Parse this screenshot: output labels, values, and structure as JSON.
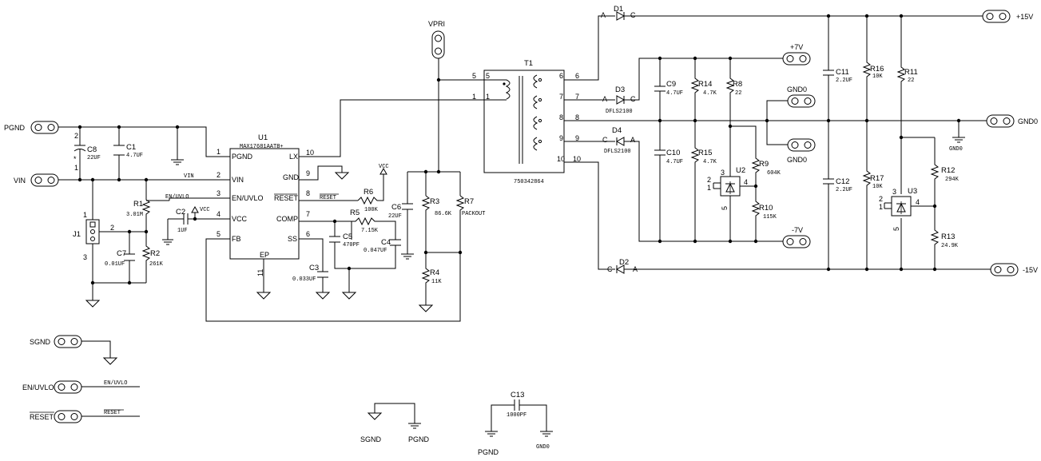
{
  "connectors": {
    "pgnd": "PGND",
    "vin": "VIN",
    "vpri": "VPRI",
    "plus15v": "+15V",
    "plus7v": "+7V",
    "gnd0_a": "GND0",
    "gnd0_b": "GND0",
    "gnd0_right": "GND0",
    "minus7v": "-7V",
    "minus15v": "-15V",
    "sgnd": "SGND",
    "en_uvlo": "EN/UVLO",
    "reset": "RESET"
  },
  "u1": {
    "ref": "U1",
    "part": "MAX17681AATB+",
    "pins_left": [
      {
        "num": "1",
        "name": "PGND"
      },
      {
        "num": "2",
        "name": "VIN"
      },
      {
        "num": "3",
        "name": "EN/UVLO"
      },
      {
        "num": "4",
        "name": "VCC"
      },
      {
        "num": "5",
        "name": "FB"
      }
    ],
    "pins_right": [
      {
        "num": "10",
        "name": "LX"
      },
      {
        "num": "9",
        "name": "GND"
      },
      {
        "num": "8",
        "name": "RESET"
      },
      {
        "num": "7",
        "name": "COMP"
      },
      {
        "num": "6",
        "name": "SS"
      }
    ],
    "ep_name": "EP",
    "ep_num": "11"
  },
  "t1": {
    "ref": "T1",
    "part": "750342864",
    "pin5": "5",
    "pin1": "1",
    "pins_right": [
      "6",
      "7",
      "8",
      "9",
      "10"
    ],
    "wire_nums": [
      "6",
      "7",
      "8",
      "9",
      "10"
    ],
    "wire_nums_left": [
      "5",
      "1"
    ]
  },
  "components": {
    "c1": {
      "ref": "C1",
      "val": "4.7UF"
    },
    "c2": {
      "ref": "C2",
      "val": "1UF"
    },
    "c3": {
      "ref": "C3",
      "val": "0.033UF"
    },
    "c4": {
      "ref": "C4",
      "val": "0.047UF"
    },
    "c5": {
      "ref": "C5",
      "val": "470PF"
    },
    "c6": {
      "ref": "C6",
      "val": "22UF"
    },
    "c7": {
      "ref": "C7",
      "val": "0.01UF"
    },
    "c8": {
      "ref": "C8",
      "val": "22UF",
      "pin_top": "2",
      "pin_bot": "1",
      "mark": "*"
    },
    "c9": {
      "ref": "C9",
      "val": "4.7UF"
    },
    "c10": {
      "ref": "C10",
      "val": "4.7UF"
    },
    "c11": {
      "ref": "C11",
      "val": "2.2UF"
    },
    "c12": {
      "ref": "C12",
      "val": "2.2UF"
    },
    "c13": {
      "ref": "C13",
      "val": "1000PF"
    },
    "r1": {
      "ref": "R1",
      "val": "3.01M"
    },
    "r2": {
      "ref": "R2",
      "val": "261K"
    },
    "r3": {
      "ref": "R3",
      "val": "86.6K"
    },
    "r4": {
      "ref": "R4",
      "val": "11K"
    },
    "r5": {
      "ref": "R5",
      "val": "7.15K"
    },
    "r6": {
      "ref": "R6",
      "val": "100K"
    },
    "r7": {
      "ref": "R7",
      "val": "PACKOUT"
    },
    "r8": {
      "ref": "R8",
      "val": "22"
    },
    "r9": {
      "ref": "R9",
      "val": "604K"
    },
    "r10": {
      "ref": "R10",
      "val": "115K"
    },
    "r11": {
      "ref": "R11",
      "val": "22"
    },
    "r12": {
      "ref": "R12",
      "val": "294K"
    },
    "r13": {
      "ref": "R13",
      "val": "24.9K"
    },
    "r14": {
      "ref": "R14",
      "val": "4.7K"
    },
    "r15": {
      "ref": "R15",
      "val": "4.7K"
    },
    "r16": {
      "ref": "R16",
      "val": "10K"
    },
    "r17": {
      "ref": "R17",
      "val": "10K"
    },
    "d1": {
      "ref": "D1",
      "a": "A",
      "c": "C"
    },
    "d2": {
      "ref": "D2",
      "a": "A",
      "c": "C"
    },
    "d3": {
      "ref": "D3",
      "a": "A",
      "c": "C",
      "part": "DFLS2100"
    },
    "d4": {
      "ref": "D4",
      "a": "A",
      "c": "C",
      "part": "DFLS2100"
    },
    "u2": {
      "ref": "U2",
      "p1": "1",
      "p2": "2",
      "p3": "3",
      "p4": "4",
      "p5": "5"
    },
    "u3": {
      "ref": "U3",
      "p1": "1",
      "p2": "2",
      "p3": "3",
      "p4": "4",
      "p5": "5"
    },
    "j1": {
      "ref": "J1",
      "p1": "1",
      "p2": "2",
      "p3": "3"
    }
  },
  "nets": {
    "vin_label": "VIN",
    "en_uvlo_label": "EN/UVLO",
    "vcc_label_c2": "VCC",
    "vcc_label_r6": "VCC",
    "reset_label": "RESET",
    "en_uvlo_bottom": "EN/UVLO",
    "reset_bottom": "RESET",
    "sgnd_sym": "SGND",
    "pgnd_sym": "PGND",
    "pgnd_sym2": "PGND",
    "gnd0_sym": "GND0",
    "gnd0_sym2": "GND0"
  }
}
